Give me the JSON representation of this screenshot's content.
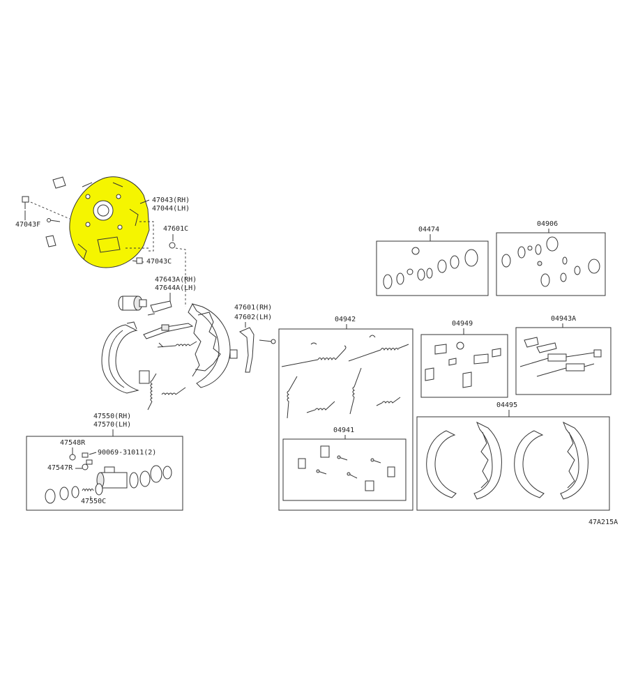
{
  "highlight_color": "#f5f500",
  "callouts": {
    "backing_plate_rh": "47043(RH)",
    "backing_plate_lh": "47044(LH)",
    "plug_f": "47043F",
    "plug_c": "47043C",
    "cap_c": "47601C",
    "lever_rh": "47643A(RH)",
    "lever_lh": "47644A(LH)",
    "strut_rh": "47601(RH)",
    "strut_lh": "47602(LH)",
    "cylinder_rh": "47550(RH)",
    "cylinder_lh": "47570(LH)",
    "bleeder_r": "47548R",
    "bolt": "90069-31011(2)",
    "cup_r": "47547R",
    "piston_c": "47550C",
    "kit_04474": "04474",
    "kit_04906": "04906",
    "kit_04942": "04942",
    "kit_04949": "04949",
    "kit_04943a": "04943A",
    "kit_04941": "04941",
    "kit_04495": "04495",
    "diagram_code": "47A215A"
  }
}
